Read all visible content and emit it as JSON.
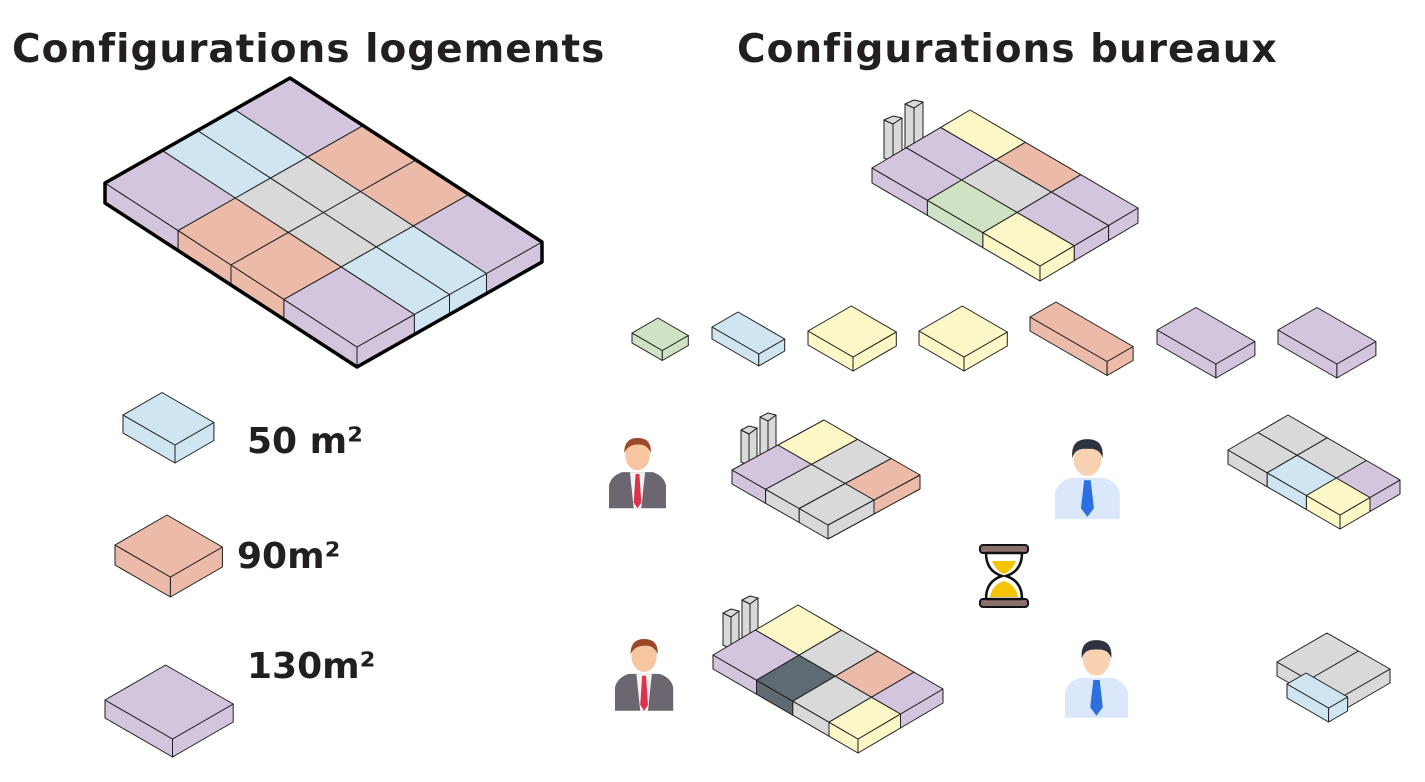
{
  "titles": {
    "housing": "Configurations logements",
    "offices": "Configurations bureaux"
  },
  "legend": [
    {
      "label": "50 m²",
      "color_key": "blue"
    },
    {
      "label": "90m²",
      "color_key": "salmon"
    },
    {
      "label": "130m²",
      "color_key": "purple"
    }
  ],
  "colors": {
    "purple": "#d3c5de",
    "blue": "#cfe6f2",
    "salmon": "#ecbaa9",
    "gray": "#d9d9d9",
    "yellow": "#fbf7c6",
    "green": "#cfe3c4",
    "dark": "#5f6b72",
    "outline": "#1e1e1e"
  },
  "icons": [
    "businessman-icon",
    "office-worker-icon",
    "hourglass-icon"
  ]
}
